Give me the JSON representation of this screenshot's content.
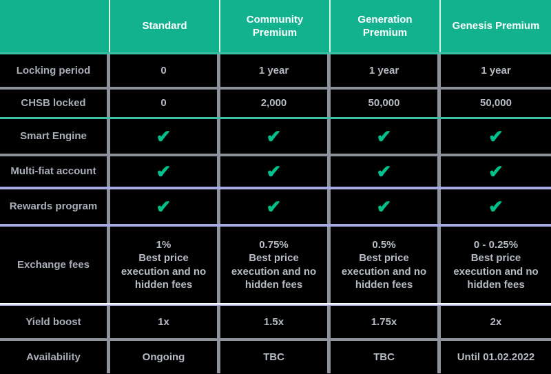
{
  "colors": {
    "header_bg": "#12b28e",
    "header_text": "#ffffff",
    "cell_bg": "#000000",
    "cell_text": "#b6bbc4",
    "check": "#00c18b",
    "grid": "#8e939b",
    "periwinkle_divider": "#a6abe3"
  },
  "icons": {
    "check": "✔"
  },
  "columns": [
    "Standard",
    "Community Premium",
    "Generation Premium",
    "Genesis Premium"
  ],
  "rows": {
    "locking": {
      "label": "Locking period",
      "values": [
        "0",
        "1 year",
        "1 year",
        "1 year"
      ]
    },
    "chsb": {
      "label": "CHSB locked",
      "values": [
        "0",
        "2,000",
        "50,000",
        "50,000"
      ]
    },
    "engine": {
      "label": "Smart Engine"
    },
    "multifiat": {
      "label": "Multi-fiat account"
    },
    "rewards": {
      "label": "Rewards program"
    },
    "fees": {
      "label": "Exchange fees",
      "fees": [
        "1%",
        "0.75%",
        "0.5%",
        "0 - 0.25%"
      ],
      "note": "Best price execution and no hidden fees"
    },
    "yield": {
      "label": "Yield boost",
      "values": [
        "1x",
        "1.5x",
        "1.75x",
        "2x"
      ]
    },
    "availability": {
      "label": "Availability",
      "values": [
        "Ongoing",
        "TBC",
        "TBC",
        "Until 01.02.2022"
      ]
    }
  }
}
